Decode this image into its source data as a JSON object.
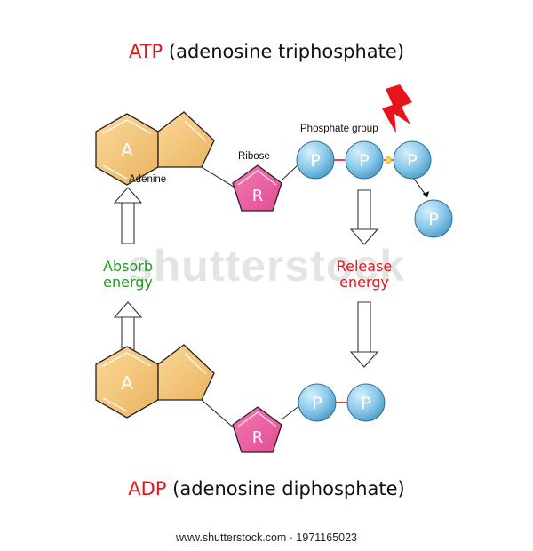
{
  "atp_title": {
    "abbr": "ATP",
    "full": "(adenosine triphosphate)"
  },
  "adp_title": {
    "abbr": "ADP",
    "full": "(adenosine diphosphate)"
  },
  "labels": {
    "adenine": "Adenine",
    "ribose": "Ribose",
    "phosphate_group": "Phosphate group"
  },
  "symbols": {
    "adenine": "A",
    "ribose": "R",
    "phosphate": "P"
  },
  "absorb_energy": {
    "line1": "Absorb",
    "line2": "energy"
  },
  "release_energy": {
    "line1": "Release",
    "line2": "energy"
  },
  "watermark": "shutterstock",
  "footer": "www.shutterstock.com · 1971165023",
  "colors": {
    "title_red": "#e8141b",
    "absorb_green": "#1f9a1f",
    "adenine_fill": "#f6c57a",
    "ribose_fill": "#ee5fa1",
    "phosphate_fill": "#7ec3e6",
    "bond_red": "#e8141b",
    "lightning": "#e8141b"
  },
  "icons": [
    "lightning-bolt-icon",
    "hollow-arrow-icon"
  ]
}
